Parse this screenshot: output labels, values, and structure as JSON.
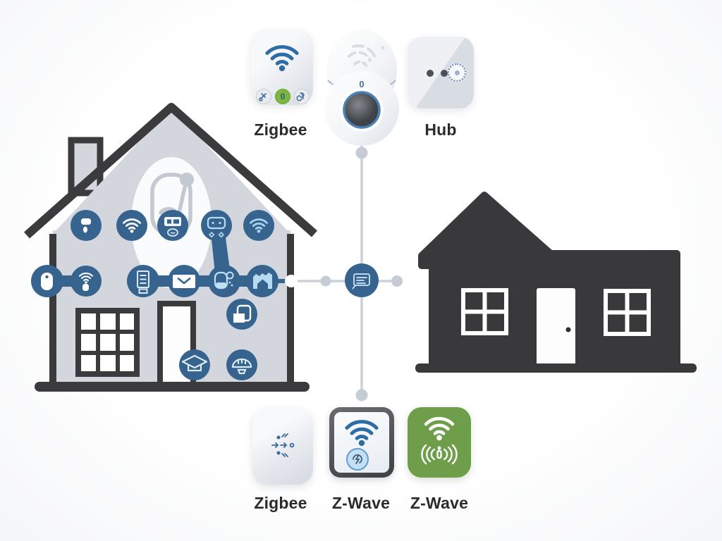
{
  "labels": {
    "top_left": "Zigbee",
    "top_right": "Hub",
    "bottom_left": "Zigbee",
    "bottom_center": "Z-Wave",
    "bottom_right": "Z-Wave"
  },
  "markings": {
    "pod_display": "0",
    "zigbee_power_button": "0"
  },
  "colors": {
    "accent_blue": "#36648F",
    "icon_light_blue": "#B5DCF4",
    "green_device": "#6F9E4A",
    "button_green": "#7CB63F",
    "house_left_fill": "#D3D7DD",
    "house_right_fill": "#39393B",
    "outline_dark": "#3B3B3D",
    "connector_gray": "#CBD1DA",
    "label_text": "#2B2B2B"
  },
  "left_house": {
    "icons_top_row": [
      "doorbell-icon",
      "wifi-icon",
      "thermostat-icon",
      "remote-icon",
      "wifi-icon"
    ],
    "icons_mid_row": [
      "sensor-icon",
      "wifi-device-icon",
      "server-icon",
      "mail-icon",
      "smart-lock-icon",
      "security-home-icon"
    ],
    "icons_extra": [
      "documents-icon",
      "graduation-cap-icon",
      "kitchen-cloche-icon"
    ],
    "roof_watermark": "sensor-wifi-mic-icon"
  },
  "center_node": {
    "icon": "note-icon"
  },
  "devices": {
    "top": [
      "zigbee-sensor",
      "camera-pod",
      "hub-plug"
    ],
    "bottom": [
      "zigbee-module",
      "zwave-wall-switch",
      "zwave-green-module"
    ]
  }
}
